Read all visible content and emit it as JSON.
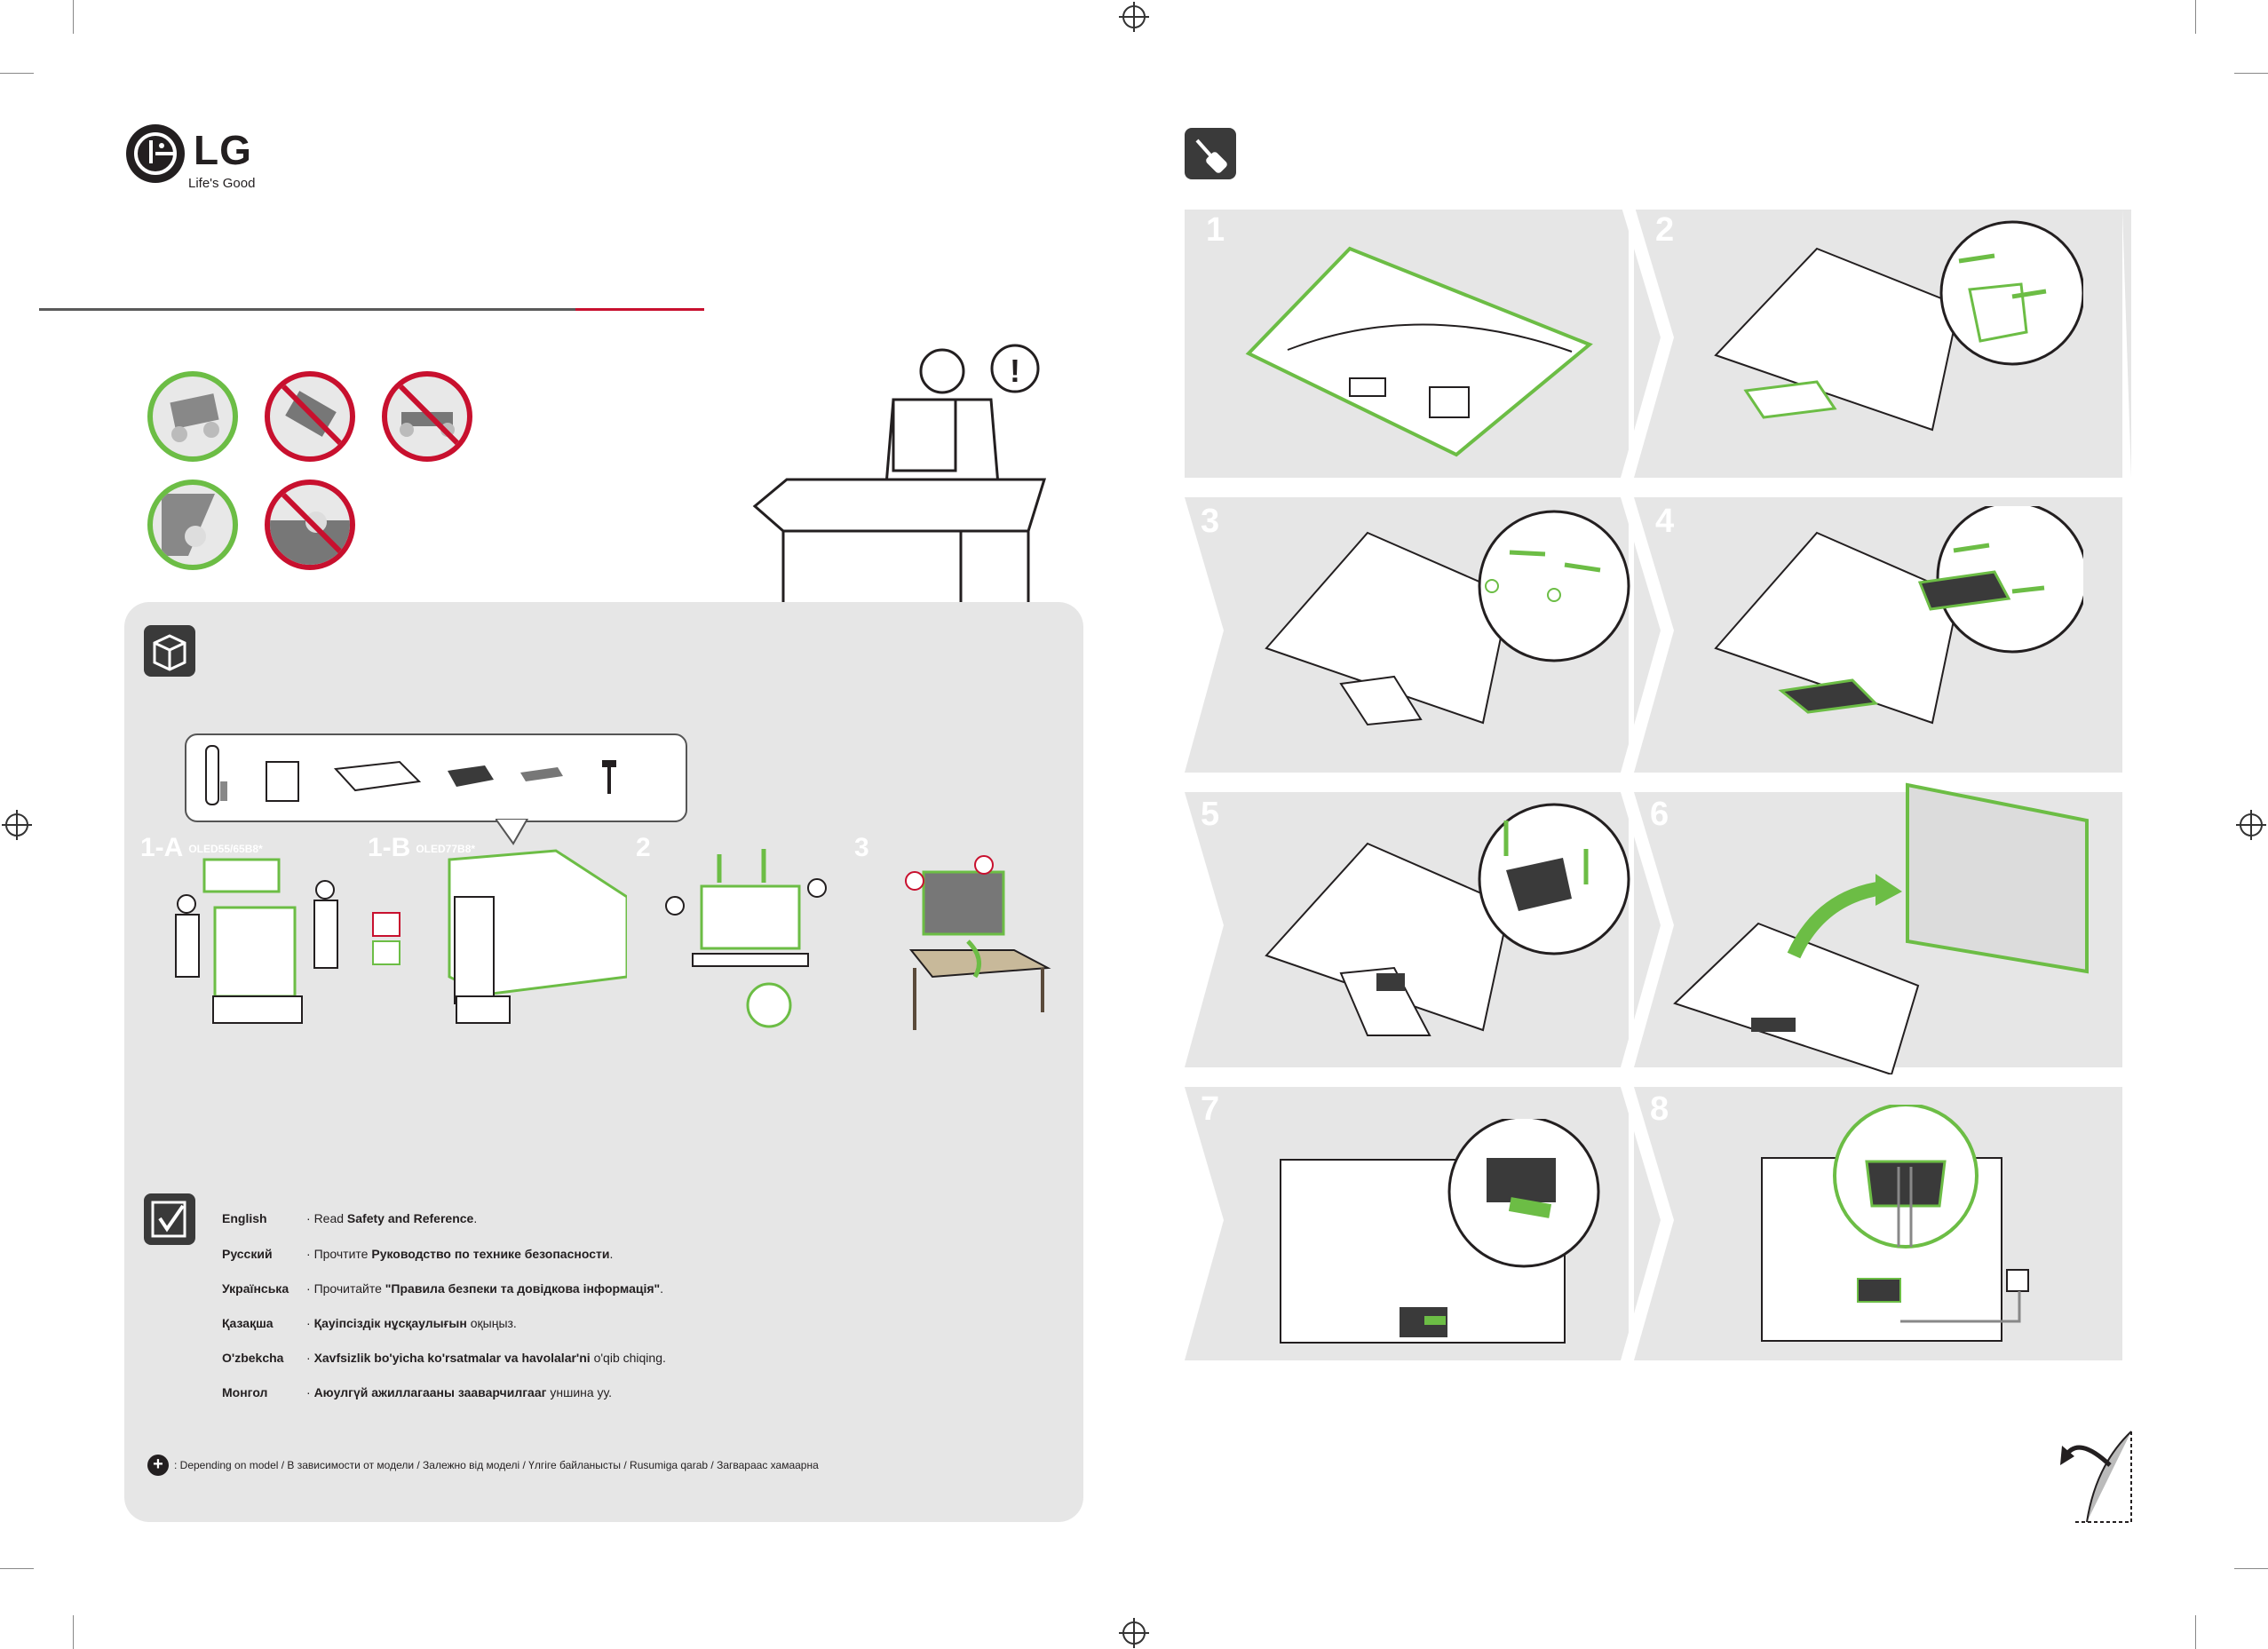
{
  "brand": {
    "logo_text": "LG",
    "tagline": "Life's Good",
    "accent_color": "#c8102e",
    "ok_color": "#6cbd45"
  },
  "handling": {
    "allowed": [
      {
        "icon": "hold-tv-edges-icon"
      },
      {
        "icon": "hold-panel-bottom-icon"
      }
    ],
    "prohibited": [
      {
        "icon": "hold-tv-corner-icon"
      },
      {
        "icon": "carry-flat-icon"
      },
      {
        "icon": "press-screen-icon"
      }
    ]
  },
  "unbox": {
    "icon": "box-icon",
    "steps": [
      {
        "label": "1-A",
        "model": "OLED55/65B8*"
      },
      {
        "label": "1-B",
        "model": "OLED77B8*"
      },
      {
        "label": "2",
        "model": ""
      },
      {
        "label": "3",
        "model": ""
      }
    ]
  },
  "read_notice": {
    "icon": "checklist-icon",
    "rows": [
      {
        "lang": "English",
        "prefix": "Read ",
        "bold": "Safety and Reference",
        "suffix": "."
      },
      {
        "lang": "Русский",
        "prefix": "Прочтите ",
        "bold": "Руководство по технике безопасности",
        "suffix": "."
      },
      {
        "lang": "Українська",
        "prefix": "Прочитайте ",
        "bold": "\"Правила безпеки та довідкова інформація\"",
        "suffix": "."
      },
      {
        "lang": "Қазақша",
        "prefix": "",
        "bold": "Қауіпсіздік нұсқаулығын",
        "suffix": " оқыңыз."
      },
      {
        "lang": "O'zbekcha",
        "prefix": "",
        "bold": "Xavfsizlik bo'yicha ko'rsatmalar va havolalar'ni",
        "suffix": " o'qib chiqing."
      },
      {
        "lang": "Монгол",
        "prefix": "",
        "bold": "Аюулгүй ажиллагааны зааварчилгааг",
        "suffix": " уншина уу."
      }
    ]
  },
  "footnote": {
    "symbol": "+",
    "text": ": Depending on model / В зависимости от модели / Залежно від моделі / Үлгіге байланысты / Rusumiga qarab / Загвараас хамаарна"
  },
  "assembly": {
    "icon": "screwdriver-icon",
    "steps": [
      "1",
      "2",
      "3",
      "4",
      "5",
      "6",
      "7",
      "8"
    ]
  }
}
